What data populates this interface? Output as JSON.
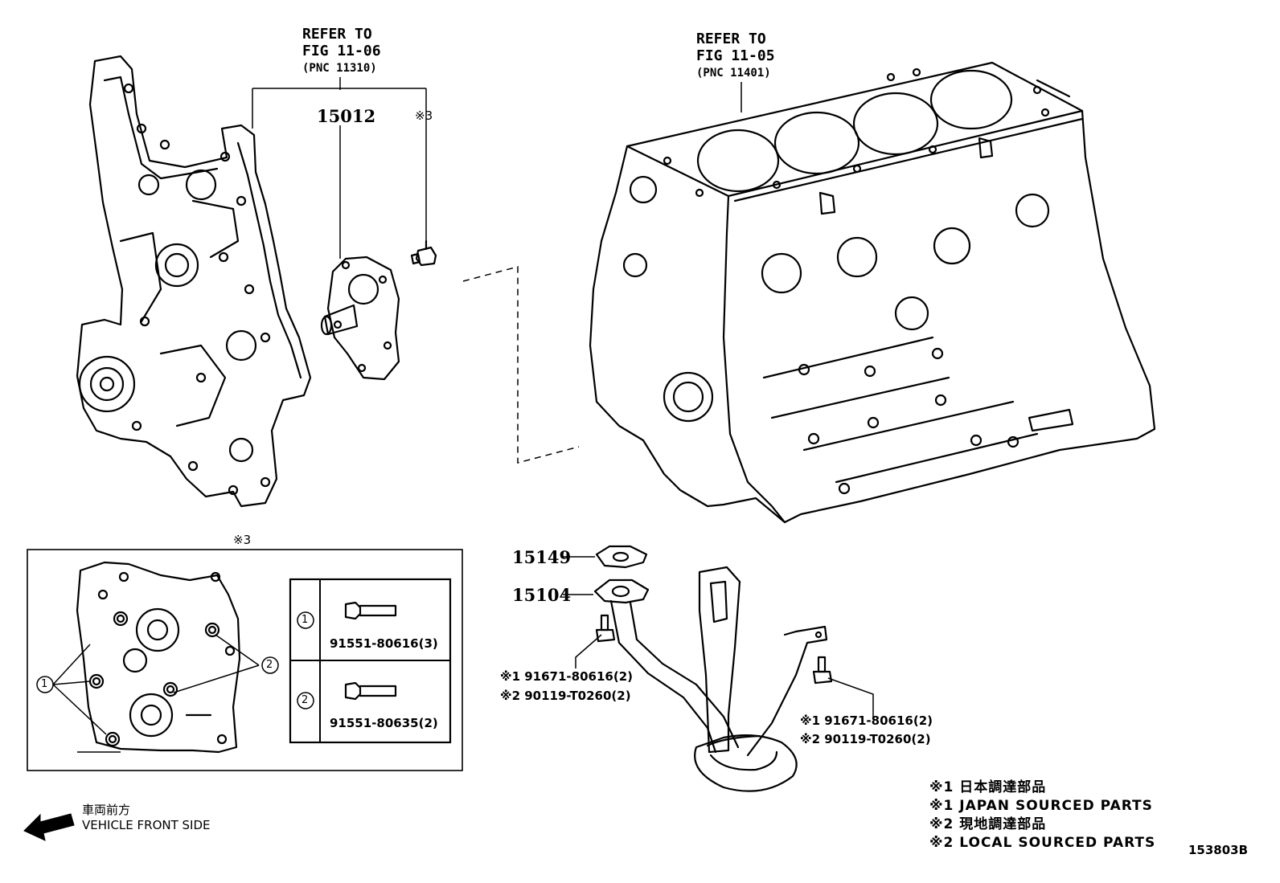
{
  "refs": {
    "fig_11_06": {
      "line1": "REFER TO",
      "line2": "FIG 11-06",
      "line3": "(PNC 11310)"
    },
    "fig_11_05": {
      "line1": "REFER TO",
      "line2": "FIG 11-05",
      "line3": "(PNC 11401)"
    }
  },
  "callouts": {
    "pump": "15012",
    "mark3_top": "※3",
    "mark3_box": "※3",
    "gasket": "15149",
    "strainer": "15104",
    "circle1": "1",
    "circle2": "2"
  },
  "bolt_table": [
    {
      "marker": "1",
      "part": "91551-80616(3)"
    },
    {
      "marker": "2",
      "part": "91551-80635(2)"
    }
  ],
  "bolt_left": {
    "line1": "※1 91671-80616(2)",
    "line2": "※2 90119-T0260(2)"
  },
  "bolt_right": {
    "line1": "※1 91671-80616(2)",
    "line2": "※2 90119-T0260(2)"
  },
  "legend": [
    "※1 日本調達部品",
    "※1 JAPAN SOURCED PARTS",
    "※2 現地調達部品",
    "※2 LOCAL SOURCED PARTS"
  ],
  "direction": {
    "jp": "車両前方",
    "en": "VEHICLE FRONT SIDE"
  },
  "figure_code": "153803B"
}
